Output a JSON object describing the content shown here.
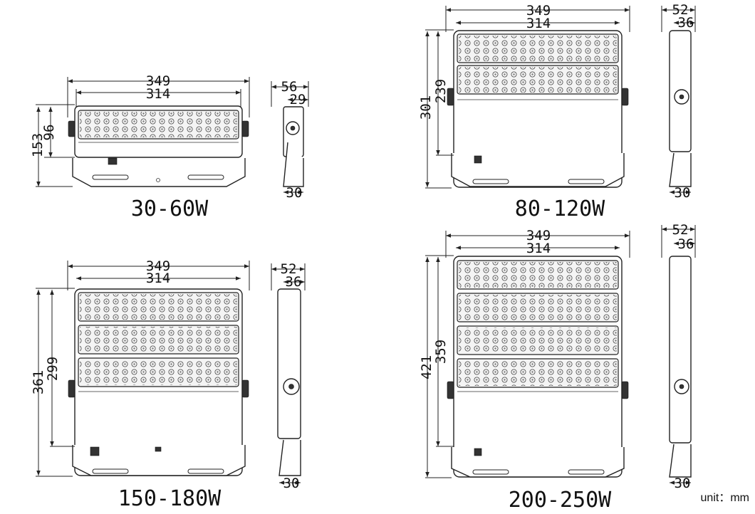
{
  "units": "unit：mm",
  "models": [
    {
      "caption": "30-60W",
      "front": {
        "outer_width": "349",
        "inner_width": "314",
        "total_height": "153",
        "panel_height": "96"
      },
      "side": {
        "total_depth": "56",
        "body_depth": "29",
        "bracket": "30"
      },
      "modules": 1
    },
    {
      "caption": "80-120W",
      "front": {
        "outer_width": "349",
        "inner_width": "314",
        "total_height": "301",
        "panel_height": "239"
      },
      "side": {
        "total_depth": "52",
        "body_depth": "36",
        "bracket": "30"
      },
      "modules": 2
    },
    {
      "caption": "150-180W",
      "front": {
        "outer_width": "349",
        "inner_width": "314",
        "total_height": "361",
        "panel_height": "299"
      },
      "side": {
        "total_depth": "52",
        "body_depth": "36",
        "bracket": "30"
      },
      "modules": 3
    },
    {
      "caption": "200-250W",
      "front": {
        "outer_width": "349",
        "inner_width": "314",
        "total_height": "421",
        "panel_height": "359"
      },
      "side": {
        "total_depth": "52",
        "body_depth": "36",
        "bracket": "30"
      },
      "modules": 4
    }
  ]
}
